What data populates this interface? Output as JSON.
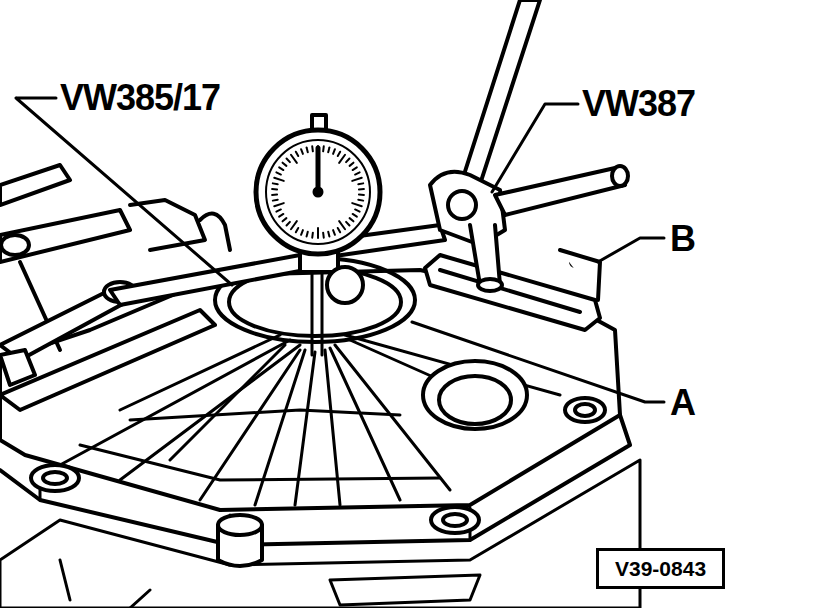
{
  "diagram": {
    "labels": [
      "VW385/17",
      "VW387",
      "B",
      "A",
      "V39-0843"
    ]
  }
}
